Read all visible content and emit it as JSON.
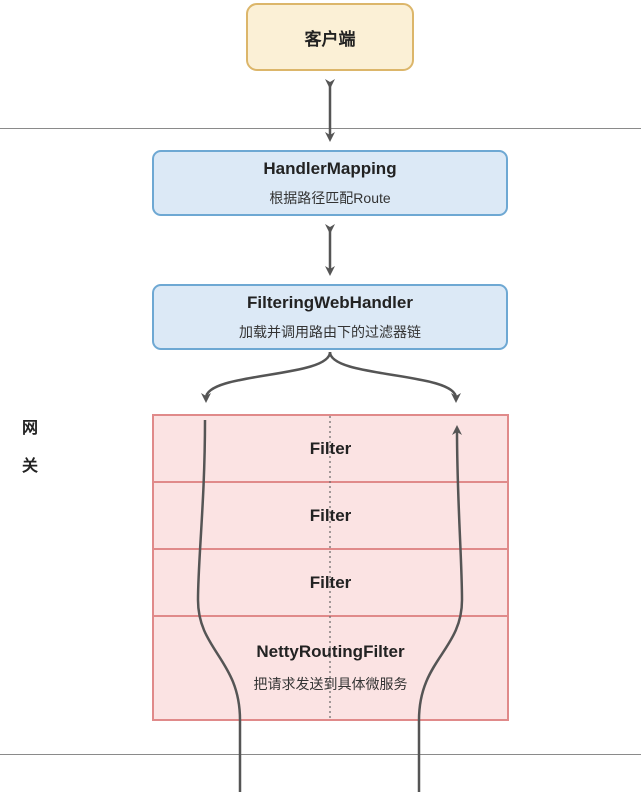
{
  "client": {
    "label": "客户端"
  },
  "gateway_label": [
    "网",
    "关"
  ],
  "handler_mapping": {
    "title": "HandlerMapping",
    "subtitle": "根据路径匹配Route"
  },
  "filtering_handler": {
    "title": "FilteringWebHandler",
    "subtitle": "加载并调用路由下的过滤器链"
  },
  "filters": [
    {
      "title": "Filter",
      "subtitle": ""
    },
    {
      "title": "Filter",
      "subtitle": ""
    },
    {
      "title": "Filter",
      "subtitle": ""
    },
    {
      "title": "NettyRoutingFilter",
      "subtitle": "把请求发送到具体微服务"
    }
  ],
  "colors": {
    "client_fill": "#fbf0d6",
    "client_border": "#dcb66a",
    "handler_fill": "#dce9f6",
    "handler_border": "#6ea8d3",
    "filter_fill": "#fbe3e3",
    "filter_border": "#e08a8a",
    "arrow": "#555555"
  }
}
